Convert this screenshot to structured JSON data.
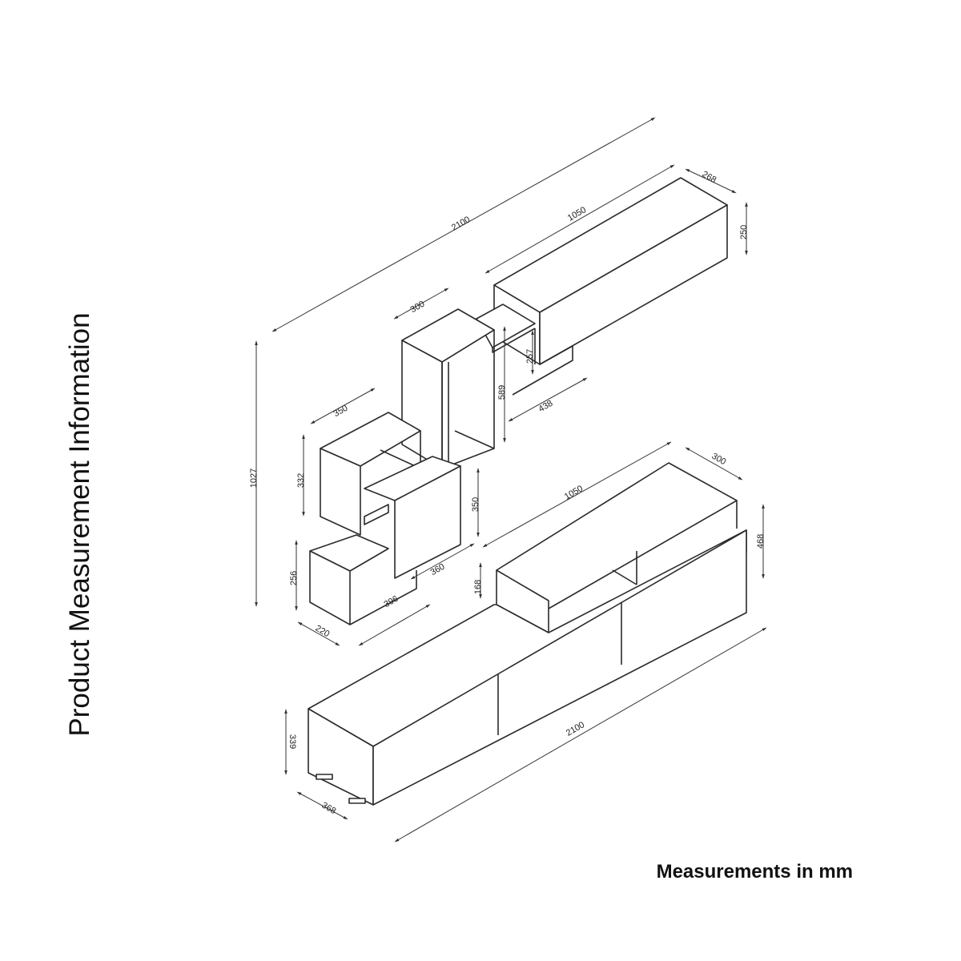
{
  "title": "Product Measurement Information",
  "units_note": "Measurements in mm",
  "dimensions": {
    "wall_total_width": "2100",
    "wall_top_shelf_width": "1050",
    "wall_top_shelf_depth": "268",
    "wall_top_shelf_height": "250",
    "tall_box_width": "300",
    "gap_height": "257",
    "tall_box_height": "589",
    "connector_width": "438",
    "cube_width": "350",
    "cube_height": "332",
    "middle_box_height": "350",
    "wall_total_height": "1027",
    "small_box_height": "256",
    "middle_box_depth": "360",
    "small_box_depth": "220",
    "small_box_width": "396",
    "tv_upper_height": "168",
    "tv_upper_width": "1050",
    "tv_upper_depth": "300",
    "tv_total_height": "468",
    "tv_total_width": "2100",
    "tv_base_height": "339",
    "tv_base_depth": "368"
  }
}
